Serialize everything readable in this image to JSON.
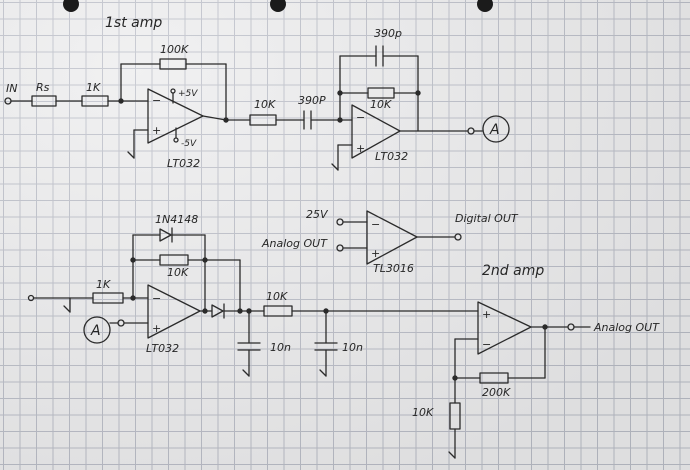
{
  "titles": {
    "first_amp": "1st amp",
    "second_amp": "2nd amp"
  },
  "labels": {
    "in": "IN",
    "rs": "Rs",
    "r_1k_top": "1K",
    "r_100k": "100K",
    "plus_5v": "+5V",
    "minus_5v": "-5V",
    "opamp1": "LT032",
    "r_10k_top": "10K",
    "c_390p_series": "390P",
    "c_390p_fb": "390p",
    "r_10k_fb": "10K",
    "opamp2": "LT032",
    "node_a_out": "A",
    "v_25": "25V",
    "analog_out_in": "Analog OUT",
    "digital_out": "Digital OUT",
    "comparator": "TL3016",
    "diode_1n": "1N4148",
    "r_10k_diode": "10K",
    "r_1k_bottom": "1K",
    "node_a_in": "A",
    "opamp3": "LT032",
    "r_10k_mid": "10K",
    "c_10n_a": "10n",
    "c_10n_b": "10n",
    "r_200k": "200K",
    "r_10k_gnd": "10K",
    "analog_out": "Analog OUT"
  }
}
